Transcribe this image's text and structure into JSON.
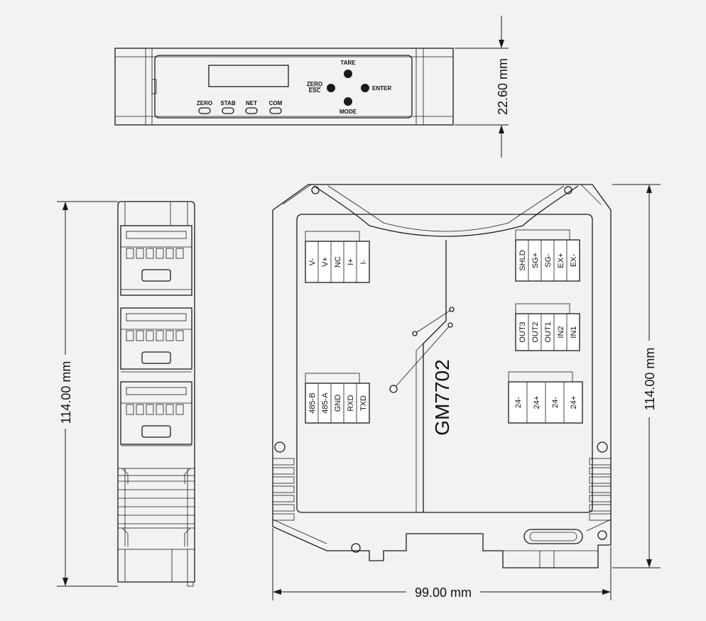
{
  "front_view": {
    "buttons": {
      "tare": "TARE",
      "zero": "ZERO",
      "esc": "ESC",
      "enter": "ENTER",
      "mode": "MODE"
    },
    "leds": [
      "ZERO",
      "STAB",
      "NET",
      "COM"
    ],
    "height_dim": "22.60 mm"
  },
  "side_view": {
    "height_dim": "114.00 mm"
  },
  "main_view": {
    "model": "GM7702",
    "height_dim": "114.00 mm",
    "width_dim": "99.00 mm",
    "terminals": {
      "power": [
        "V-",
        "V+",
        "NC",
        "I+",
        "I-"
      ],
      "sensor": [
        "SHLD",
        "SG+",
        "SG-",
        "EX+",
        "EX-"
      ],
      "io": [
        "OUT3",
        "OUT2",
        "OUT1",
        "IN2",
        "IN1"
      ],
      "rs485": [
        "485-B",
        "485-A",
        "GND",
        "RXD",
        "TXD"
      ],
      "supply": [
        "24-",
        "24+",
        "24-",
        "24+"
      ]
    }
  }
}
